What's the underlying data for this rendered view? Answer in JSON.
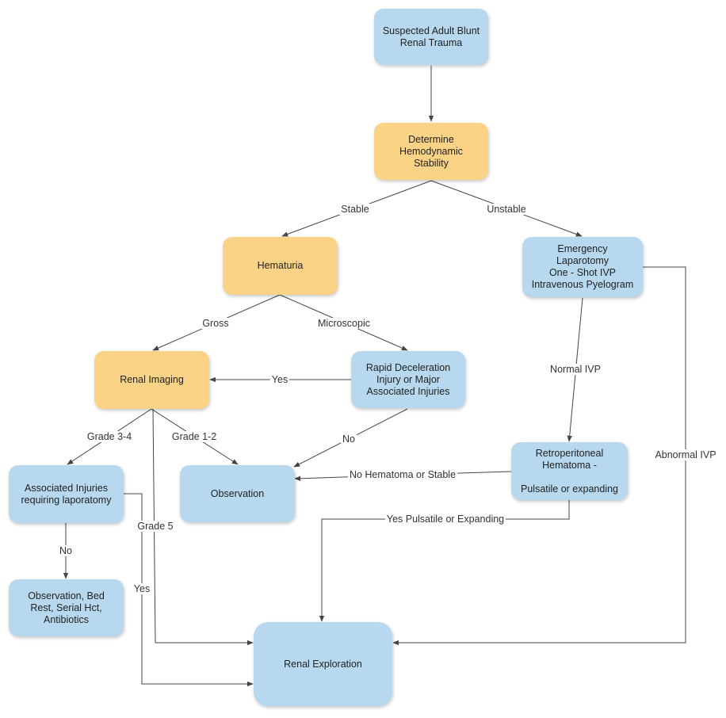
{
  "nodes": {
    "start": "Suspected Adult Blunt\nRenal Trauma",
    "stability": "Determine\nHemodynamic\nStability",
    "hematuria": "Hematuria",
    "emergency": "Emergency\nLaparotomy\nOne - Shot IVP\nIntravenous Pyelogram",
    "imaging": "Renal Imaging",
    "deceleration": "Rapid Deceleration\nInjury or Major\nAssociated Injuries",
    "retroperitoneal": "Retroperitoneal\nHematoma -\n\nPulsatile or expanding",
    "associated": "Associated Injuries\nrequiring laporatomy",
    "observation": "Observation",
    "bedrest": "Observation, Bed\nRest, Serial Hct,\nAntibiotics",
    "exploration": "Renal Exploration"
  },
  "labels": {
    "stable": "Stable",
    "unstable": "Unstable",
    "gross": "Gross",
    "microscopic": "Microscopic",
    "yes_decel": "Yes",
    "normal_ivp": "Normal IVP",
    "abnormal_ivp": "Abnormal IVP",
    "grade34": "Grade 3-4",
    "grade12": "Grade 1-2",
    "grade5": "Grade 5",
    "no_decel": "No",
    "no_hematoma": "No Hematoma or Stable",
    "yes_pulsatile": "Yes Pulsatile or Expanding",
    "no_assoc": "No",
    "yes_assoc": "Yes"
  },
  "colors": {
    "blue_node": "#b7d8ee",
    "orange_node": "#fad386",
    "edge": "#444444"
  }
}
